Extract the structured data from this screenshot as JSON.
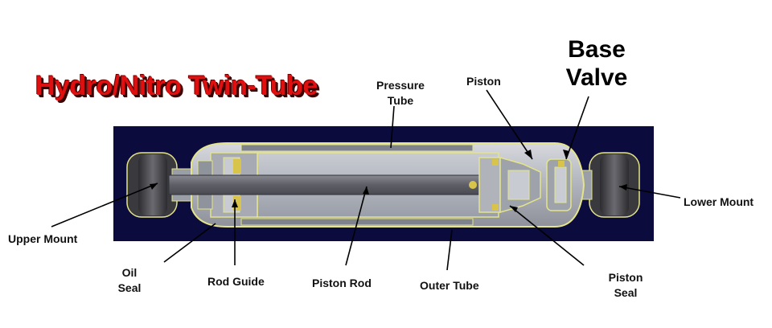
{
  "title": "Hydro/Nitro Twin-Tube",
  "callouts": {
    "base_valve": [
      "Base",
      "Valve"
    ],
    "piston": "Piston",
    "pressure_tube": [
      "Pressure",
      "Tube"
    ],
    "lower_mount": "Lower Mount",
    "upper_mount": "Upper Mount",
    "oil_seal": [
      "Oil",
      "Seal"
    ],
    "rod_guide": "Rod Guide",
    "piston_rod": "Piston Rod",
    "outer_tube": "Outer Tube",
    "piston_seal": [
      "Piston",
      "Seal"
    ]
  },
  "colors": {
    "background_panel": "#0b0b3d",
    "tube_fill": "#b9bcc4",
    "outline": "#e4e48a",
    "rod": "#6e6e78",
    "title_red": "#e01010",
    "bushing": "#4a4a4e"
  }
}
